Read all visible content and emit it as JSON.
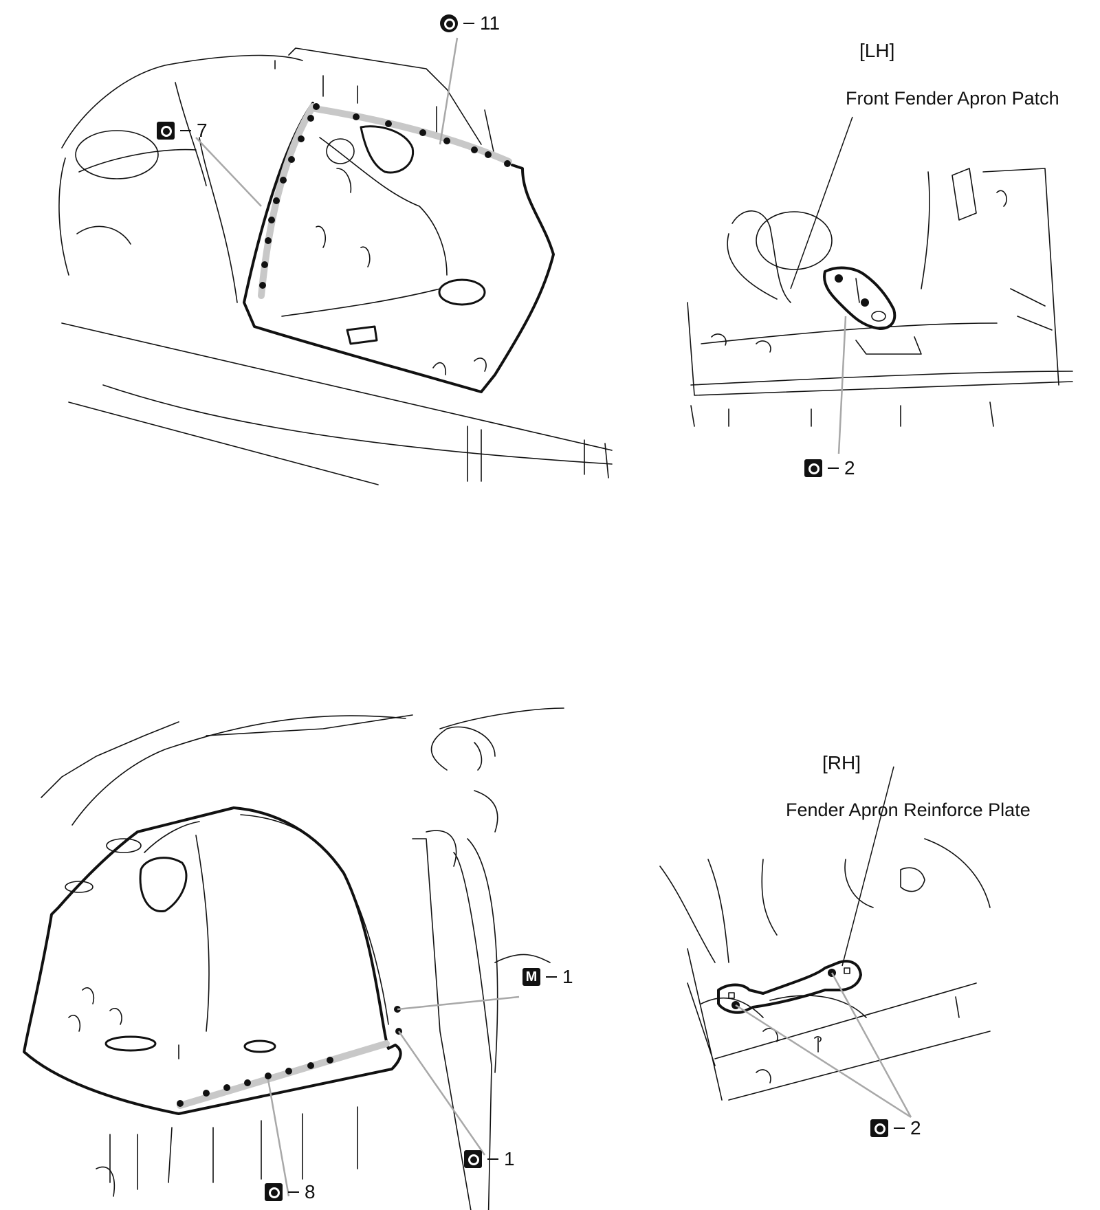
{
  "diagram": {
    "panels": {
      "top_left": {
        "callouts": [
          {
            "symbol": "spot-weld-icon",
            "value": "11"
          },
          {
            "symbol": "spot-weld-icon",
            "value": "7"
          }
        ]
      },
      "top_right": {
        "side": "[LH]",
        "part": "Front Fender Apron Patch",
        "callouts": [
          {
            "symbol": "spot-weld-icon",
            "value": "2"
          }
        ]
      },
      "bottom_left": {
        "callouts": [
          {
            "symbol": "mig-plug-weld-icon",
            "letter": "M",
            "value": "1"
          },
          {
            "symbol": "spot-weld-icon",
            "value": "1"
          },
          {
            "symbol": "spot-weld-icon",
            "value": "8"
          }
        ]
      },
      "bottom_right": {
        "side": "[RH]",
        "part": "Fender Apron Reinforce Plate",
        "callouts": [
          {
            "symbol": "spot-weld-icon",
            "value": "2"
          }
        ]
      }
    },
    "colors": {
      "line": "#111111",
      "weld_band": "#c8c8c8",
      "leader": "#a8a8a8"
    }
  }
}
